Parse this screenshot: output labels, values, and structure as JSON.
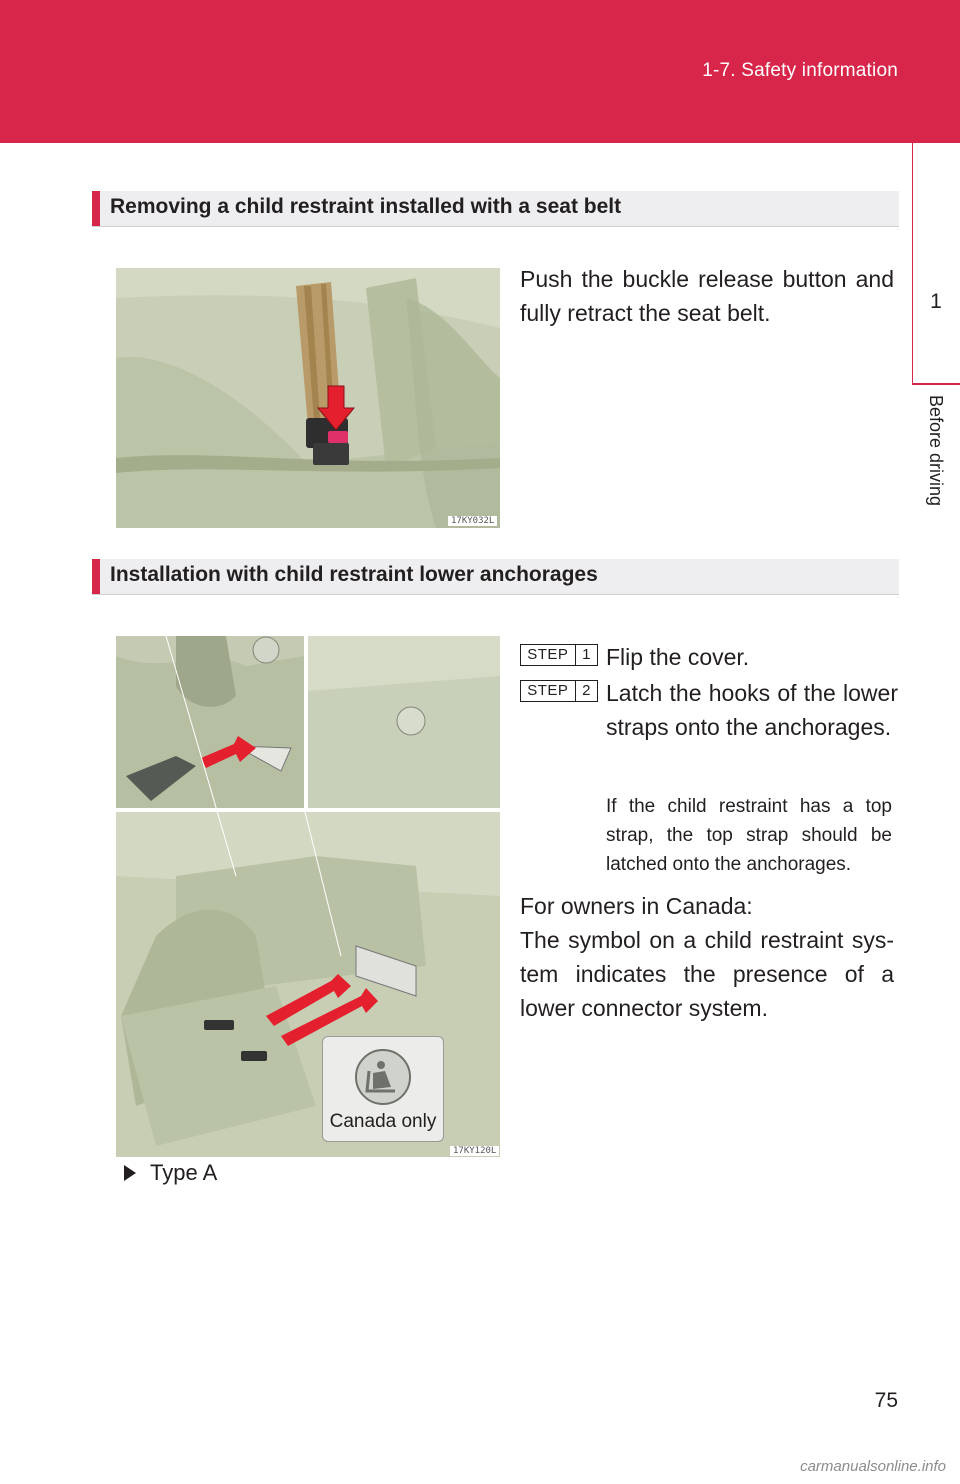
{
  "header": {
    "section_title": "1-7. Safety information",
    "color": "#d8264a"
  },
  "side_tab": {
    "chapter": "1",
    "label": "Before driving"
  },
  "section1": {
    "title": "Removing a child restraint installed with a seat belt",
    "body": "Push the buckle release button and fully retract the seat belt.",
    "image_code": "17KY032L"
  },
  "section2": {
    "title": "Installation with child restraint lower anchorages",
    "steps": [
      {
        "badge": "STEP",
        "number": "1",
        "text": "Flip the cover."
      },
      {
        "badge": "STEP",
        "number": "2",
        "text": "Latch the hooks of the lower straps onto the anchorages."
      }
    ],
    "note": "If the child restraint has a top strap, the top strap should be latched onto the anchorages.",
    "canada_heading": "For owners in Canada:",
    "canada_body": "The symbol on a child restraint sys-tem indicates the presence of a lower connector system.",
    "canada_label": "Canada only",
    "image_code": "17KY120L",
    "type_label": "Type A"
  },
  "page_number": "75",
  "watermark": "carmanualsonline.info"
}
